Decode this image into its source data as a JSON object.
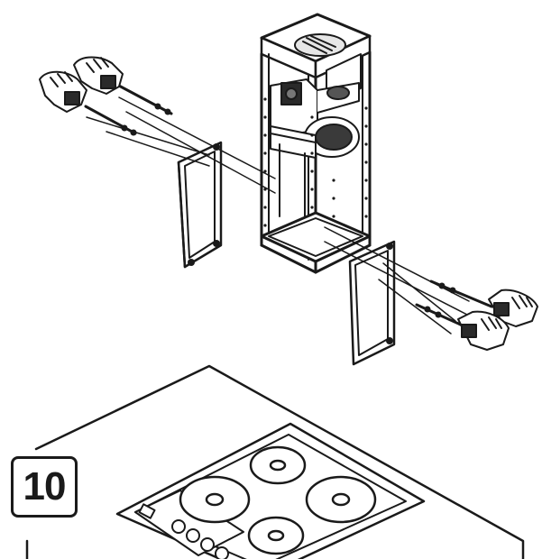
{
  "step": {
    "number": "10"
  },
  "colors": {
    "stroke": "#1a1a1a",
    "background": "#ffffff",
    "hand_fill": "#e8e8e8"
  },
  "parts": {
    "hood": "chimney-hood-frame",
    "panel_left": "side-panel-left",
    "panel_right": "side-panel-right",
    "screwdrivers": 4,
    "hob_burners": 4
  }
}
